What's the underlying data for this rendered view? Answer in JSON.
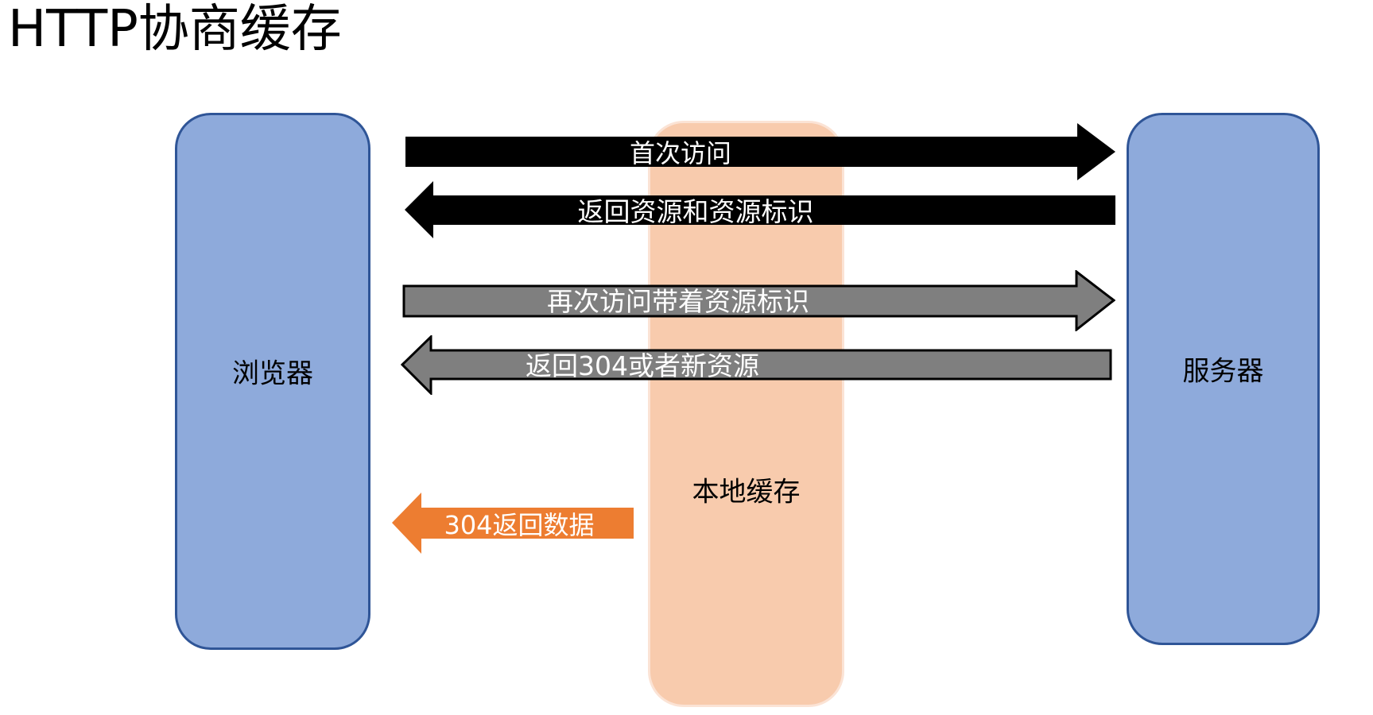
{
  "title": "HTTP协商缓存",
  "nodes": {
    "browser": {
      "label": "浏览器",
      "fill": "#8EAADB",
      "border": "#2F5597"
    },
    "local_cache": {
      "label": "本地缓存",
      "fill": "#F8CBAD"
    },
    "server": {
      "label": "服务器",
      "fill": "#8EAADB",
      "border": "#2F5597"
    }
  },
  "arrows": [
    {
      "label": "首次访问",
      "direction": "right",
      "fill": "#000000",
      "outline": "none"
    },
    {
      "label": "返回资源和资源标识",
      "direction": "left",
      "fill": "#000000",
      "outline": "none"
    },
    {
      "label": "再次访问带着资源标识",
      "direction": "right",
      "fill": "#7F7F7F",
      "outline": "#000000"
    },
    {
      "label": "返回304或者新资源",
      "direction": "left",
      "fill": "#7F7F7F",
      "outline": "#000000"
    },
    {
      "label": "304返回数据",
      "direction": "left",
      "fill": "#ED7D31",
      "outline": "none"
    }
  ]
}
